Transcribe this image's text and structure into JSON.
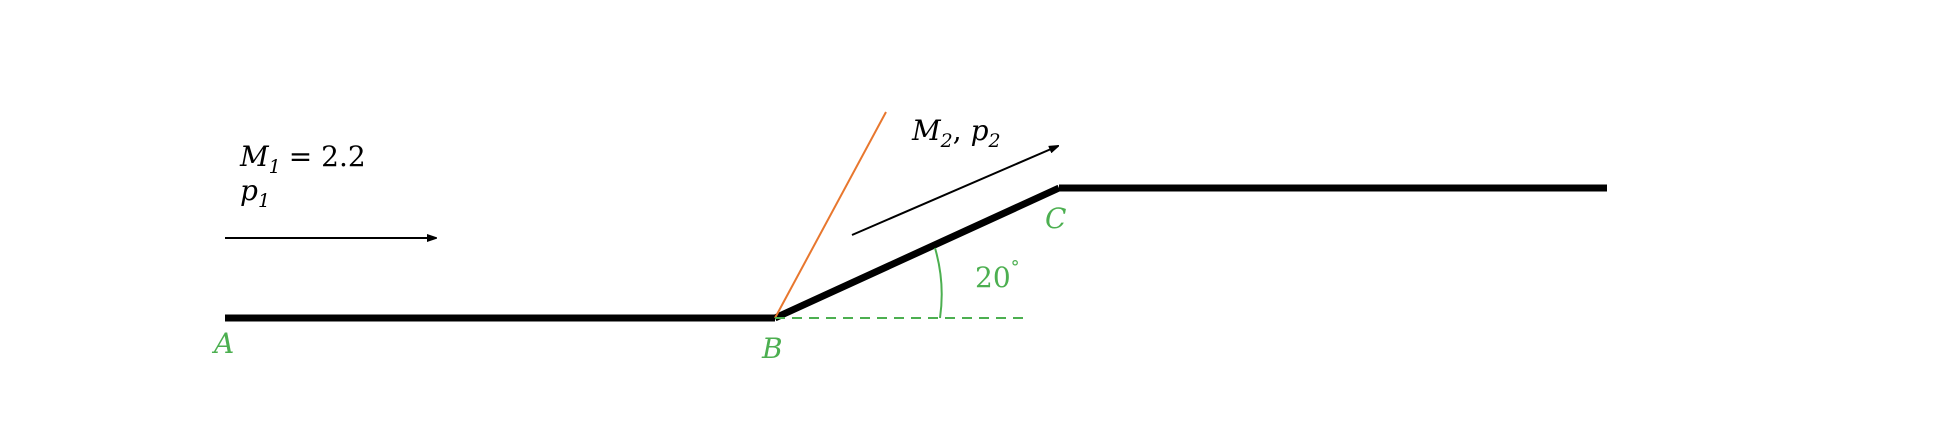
{
  "colors": {
    "wall": "#000000",
    "shock": "#e8772e",
    "annotation": "#4caf50"
  },
  "upstream": {
    "mach": "M",
    "mach_sub": "1",
    "equals": "= 2.2",
    "pressure": "p",
    "pressure_sub": "1"
  },
  "downstream": {
    "mach": "M",
    "mach_sub": "2",
    "sep": ", ",
    "pressure": "p",
    "pressure_sub": "2"
  },
  "points": {
    "a": "A",
    "b": "B",
    "c": "C"
  },
  "angle": {
    "value": "20",
    "unit": "°"
  }
}
